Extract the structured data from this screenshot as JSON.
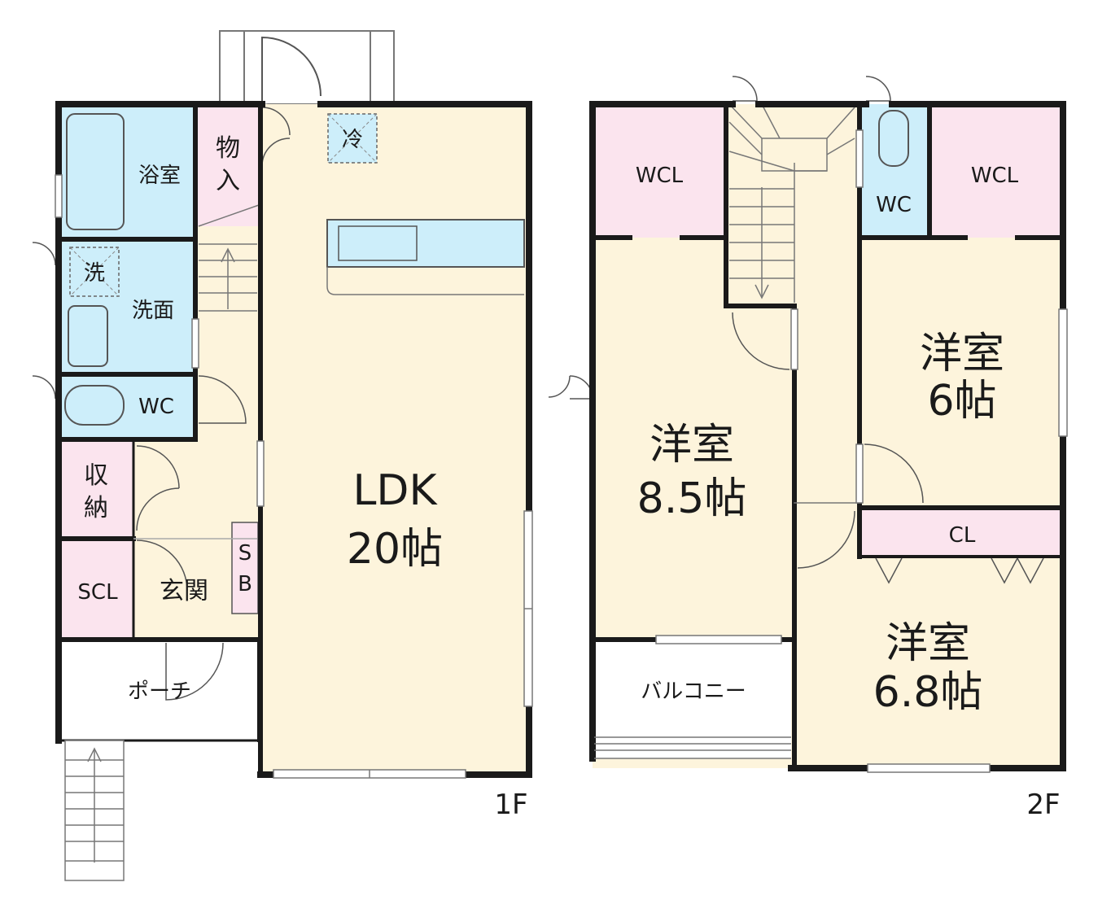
{
  "colors": {
    "wall": "#1a1a1a",
    "floor_wood": "#fdf4dc",
    "water": "#cdeefa",
    "storage": "#fbe4ee",
    "porch": "#ffffff"
  },
  "floor1": {
    "label": "1F",
    "rooms": {
      "bath": "浴室",
      "storage_top_1": "物",
      "storage_top_2": "入",
      "fridge": "冷",
      "washer": "洗",
      "washroom": "洗面",
      "wc": "WC",
      "storage_1": "収",
      "storage_2": "納",
      "scl": "SCL",
      "entrance": "玄関",
      "sb_1": "S",
      "sb_2": "B",
      "porch": "ポーチ",
      "ldk_1": "LDK",
      "ldk_2": "20帖"
    }
  },
  "floor2": {
    "label": "2F",
    "rooms": {
      "wcl_left": "WCL",
      "wc": "WC",
      "wcl_right": "WCL",
      "western_8_1": "洋室",
      "western_8_2": "8.5帖",
      "western_6_1": "洋室",
      "western_6_2": "6帖",
      "cl": "CL",
      "western_68_1": "洋室",
      "western_68_2": "6.8帖",
      "balcony": "バルコニー"
    }
  }
}
